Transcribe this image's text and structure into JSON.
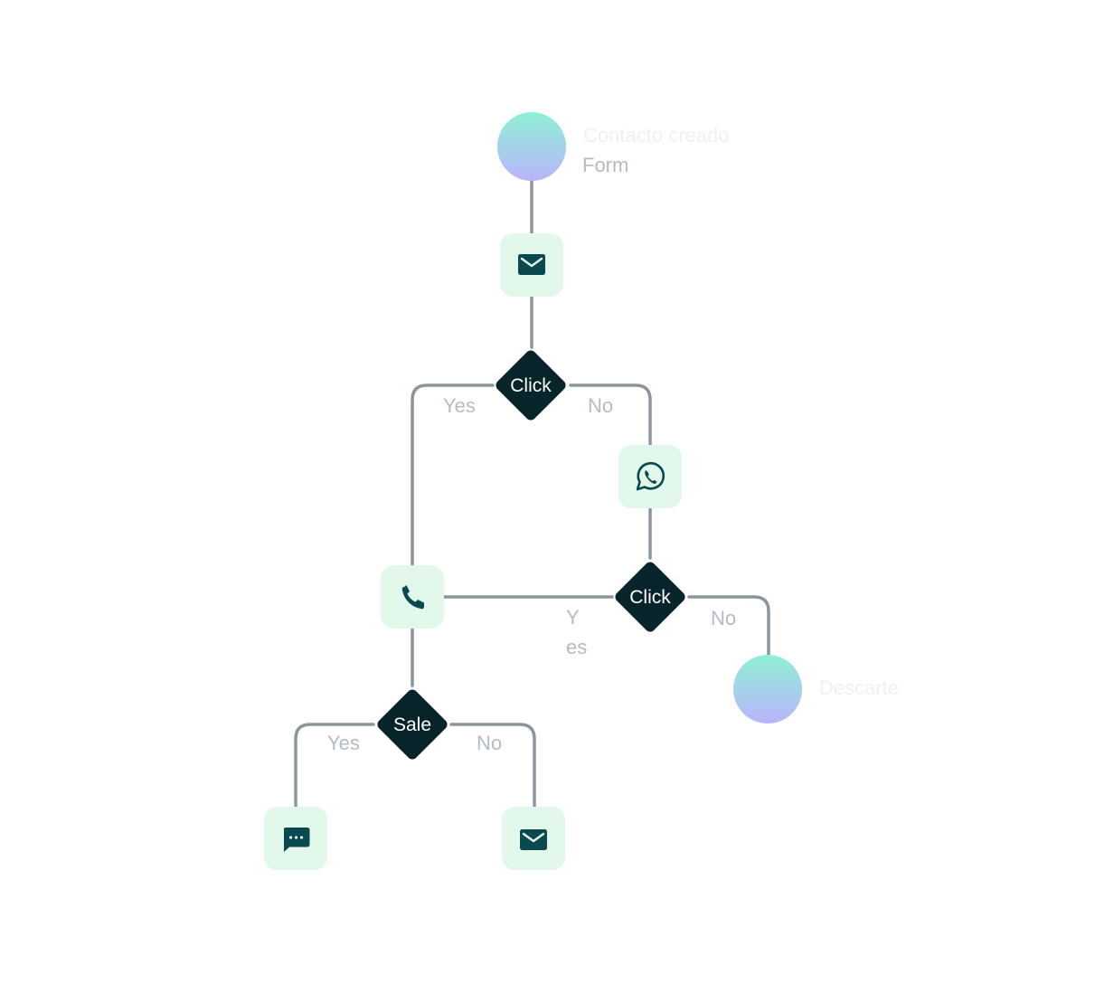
{
  "start_node": {
    "title": "Contacto creado",
    "subtitle": "Form"
  },
  "end_node": {
    "title": "Descarte"
  },
  "decisions": [
    {
      "label": "Click",
      "yes": "Yes",
      "no": "No"
    },
    {
      "label": "Click",
      "yes_line1": "Y",
      "yes_line2": "es",
      "no": "No"
    },
    {
      "label": "Sale",
      "yes": "Yes",
      "no": "No"
    }
  ],
  "actions": {
    "email_1": "email-icon",
    "whatsapp": "whatsapp-icon",
    "call": "phone-icon",
    "sms": "chat-icon",
    "email_2": "email-icon"
  },
  "colors": {
    "edge": "#8a969b",
    "action_box": "#e2f8ea",
    "icon": "#0b4950",
    "decision": "#07242b",
    "label": "#b4bcc2",
    "node_gradient_top": "#8ff0d6",
    "node_gradient_bottom": "#b9b4fb"
  }
}
